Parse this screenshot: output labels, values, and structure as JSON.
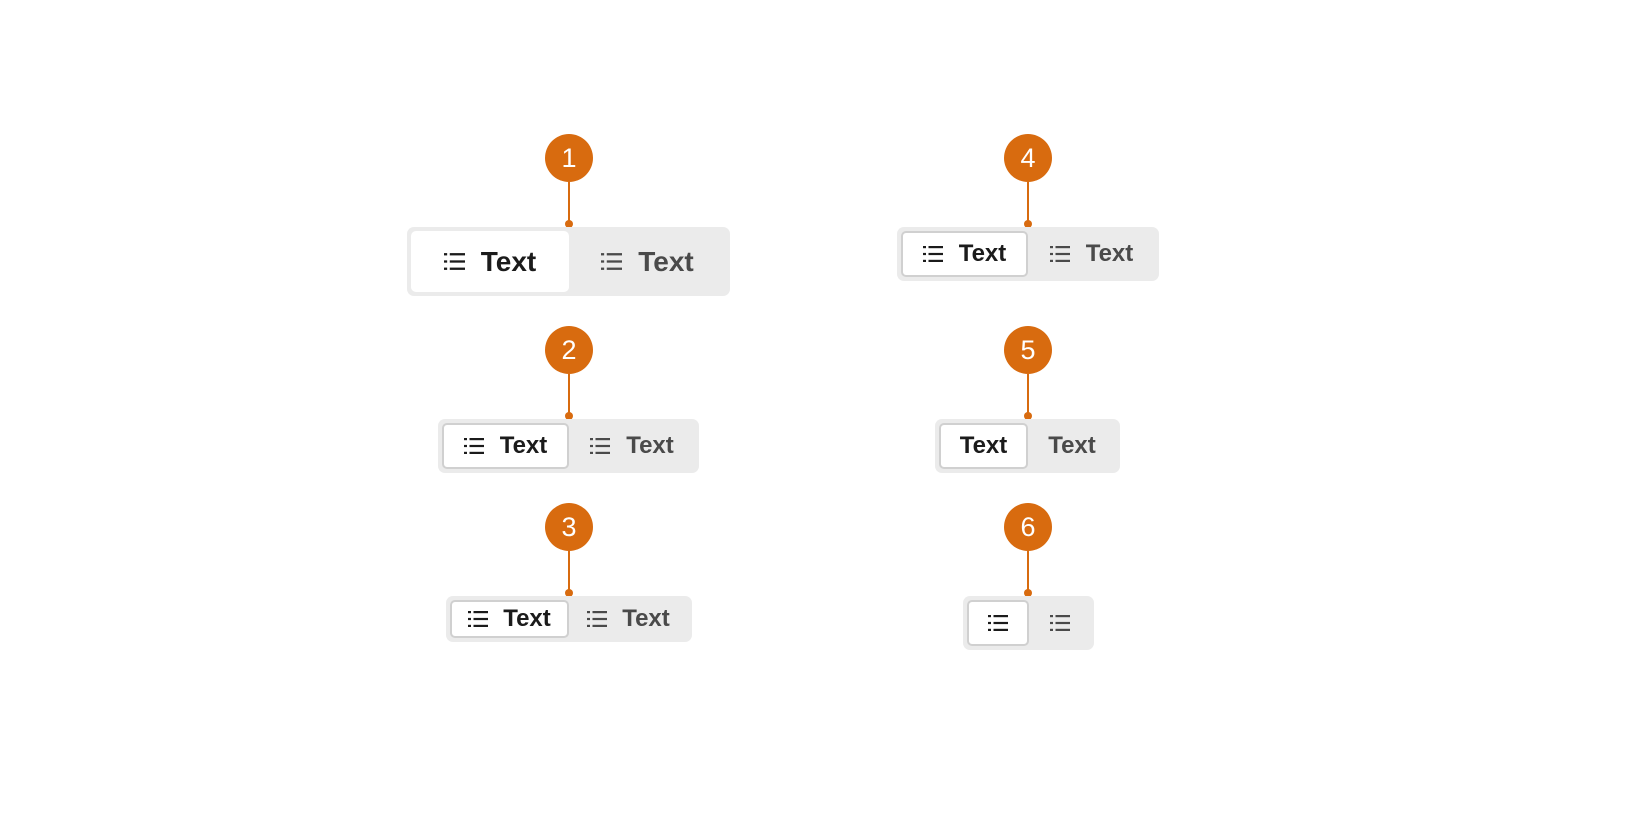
{
  "colors": {
    "accent": "#d86b0f",
    "track": "#ebebeb",
    "selected_bg": "#ffffff",
    "selected_text": "#1b1b1b",
    "unselected_text": "#4a4a4a"
  },
  "callouts": [
    {
      "number": "1"
    },
    {
      "number": "2"
    },
    {
      "number": "3"
    },
    {
      "number": "4"
    },
    {
      "number": "5"
    },
    {
      "number": "6"
    }
  ],
  "controls": [
    {
      "options": [
        {
          "icon": "list-icon",
          "label": "Text",
          "selected": true
        },
        {
          "icon": "list-icon",
          "label": "Text",
          "selected": false
        }
      ]
    },
    {
      "options": [
        {
          "icon": "list-icon",
          "label": "Text",
          "selected": true
        },
        {
          "icon": "list-icon",
          "label": "Text",
          "selected": false
        }
      ]
    },
    {
      "options": [
        {
          "icon": "list-icon",
          "label": "Text",
          "selected": true
        },
        {
          "icon": "list-icon",
          "label": "Text",
          "selected": false
        }
      ]
    },
    {
      "options": [
        {
          "icon": "list-icon",
          "label": "Text",
          "selected": true
        },
        {
          "icon": "list-icon",
          "label": "Text",
          "selected": false
        }
      ]
    },
    {
      "options": [
        {
          "label": "Text",
          "selected": true
        },
        {
          "label": "Text",
          "selected": false
        }
      ]
    },
    {
      "options": [
        {
          "icon": "list-icon",
          "selected": true
        },
        {
          "icon": "list-icon",
          "selected": false
        }
      ]
    }
  ]
}
